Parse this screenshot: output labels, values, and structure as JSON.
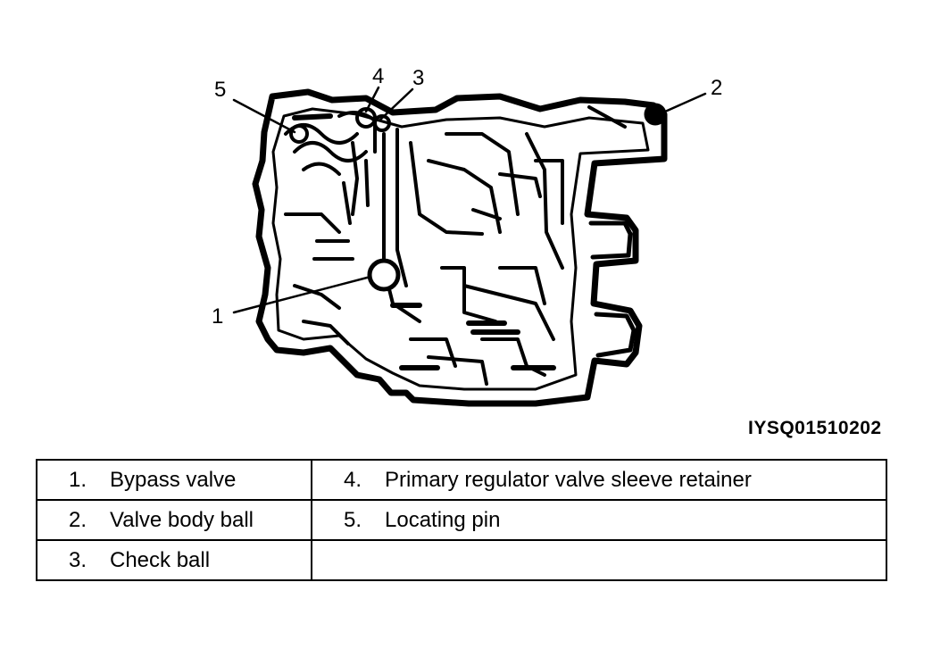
{
  "callouts": [
    "1",
    "2",
    "3",
    "4",
    "5"
  ],
  "figure_id": "IYSQ01510202",
  "legend": [
    [
      {
        "num": "1.",
        "text": "Bypass valve"
      },
      {
        "num": "4.",
        "text": "Primary regulator valve sleeve retainer"
      }
    ],
    [
      {
        "num": "2.",
        "text": "Valve body ball"
      },
      {
        "num": "5.",
        "text": "Locating pin"
      }
    ],
    [
      {
        "num": "3.",
        "text": "Check ball"
      },
      {
        "num": "",
        "text": ""
      }
    ]
  ]
}
